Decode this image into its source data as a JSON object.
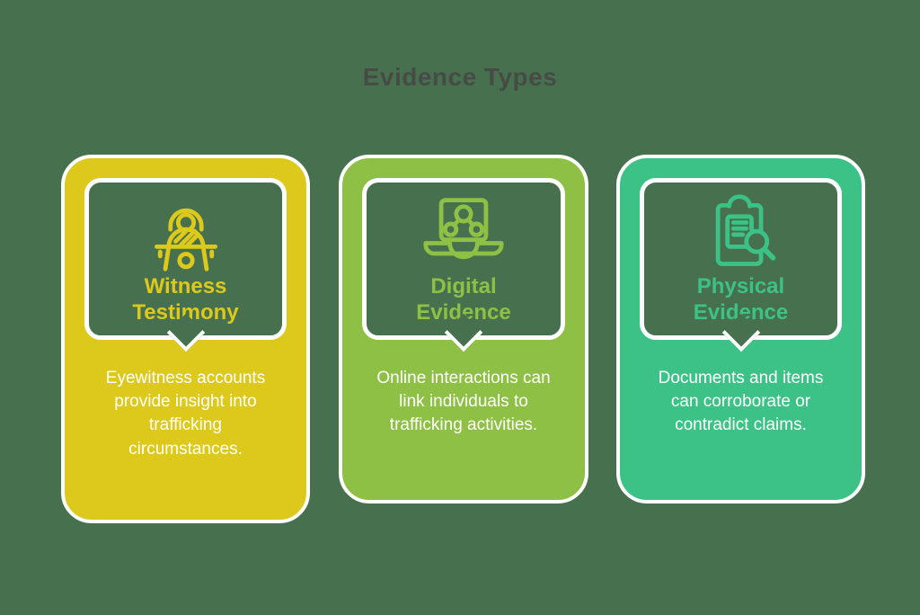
{
  "page": {
    "title": "Evidence Types",
    "background_color": "#47714E",
    "title_color": "#464B46"
  },
  "cards": [
    {
      "id": "witness-testimony",
      "title": "Witness Testimony",
      "description": "Eyewitness accounts provide insight into trafficking circumstances.",
      "color": "#DCC91C",
      "icon": "witness-podium-icon"
    },
    {
      "id": "digital-evidence",
      "title": "Digital Evidence",
      "description": "Online interactions can link individuals to trafficking activities.",
      "color": "#8DC044",
      "icon": "laptop-network-icon"
    },
    {
      "id": "physical-evidence",
      "title": "Physical Evidence",
      "description": "Documents and items can corroborate or contradict claims.",
      "color": "#3CC286",
      "icon": "clipboard-search-icon"
    }
  ]
}
